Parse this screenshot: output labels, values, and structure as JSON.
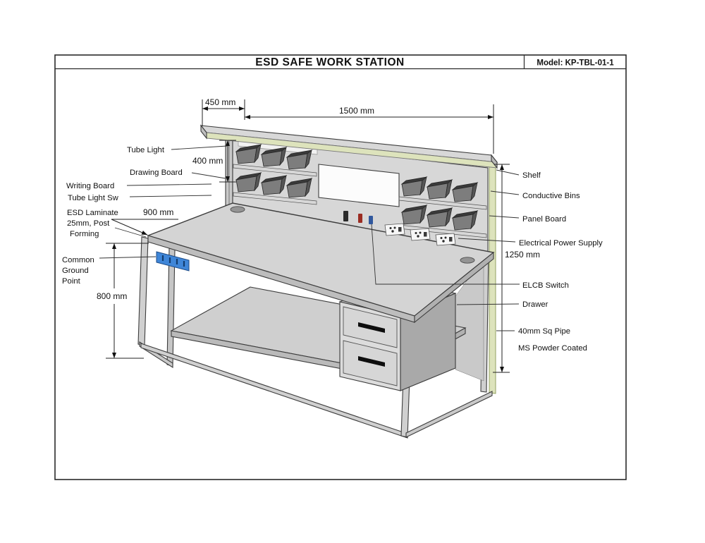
{
  "header": {
    "title": "ESD SAFE WORK STATION",
    "model": "Model: KP-TBL-01-1"
  },
  "dimensions": {
    "shelf_depth": "450 mm",
    "shelf_width": "1500 mm",
    "shelf_gap": "400 mm",
    "table_depth": "900 mm",
    "table_height": "800 mm",
    "total_height": "1250 mm"
  },
  "callouts_left": {
    "tube_light": "Tube Light",
    "drawing_board": "Drawing  Board",
    "writing_board": "Writing Board",
    "tube_light_sw": "Tube Light Sw",
    "esd_laminate_line1": "ESD Laminate",
    "esd_laminate_line2": "25mm, Post",
    "esd_laminate_line3": "Forming",
    "ground_line1": "Common",
    "ground_line2": "Ground",
    "ground_line3": "Point"
  },
  "callouts_right": {
    "shelf": "Shelf",
    "conductive_bins": "Conductive Bins",
    "panel_board": "Panel Board",
    "power_supply": "Electrical Power Supply",
    "elcb_switch": "ELCB Switch",
    "drawer": "Drawer",
    "sq_pipe": "40mm Sq Pipe",
    "ms_powder_coated": "MS Powder Coated"
  },
  "colors": {
    "accent_green": "#dde3bc",
    "ground_blue": "#3f86d8",
    "surface_gray": "#d4d4d4",
    "bin_gray": "#7d7d7d"
  }
}
